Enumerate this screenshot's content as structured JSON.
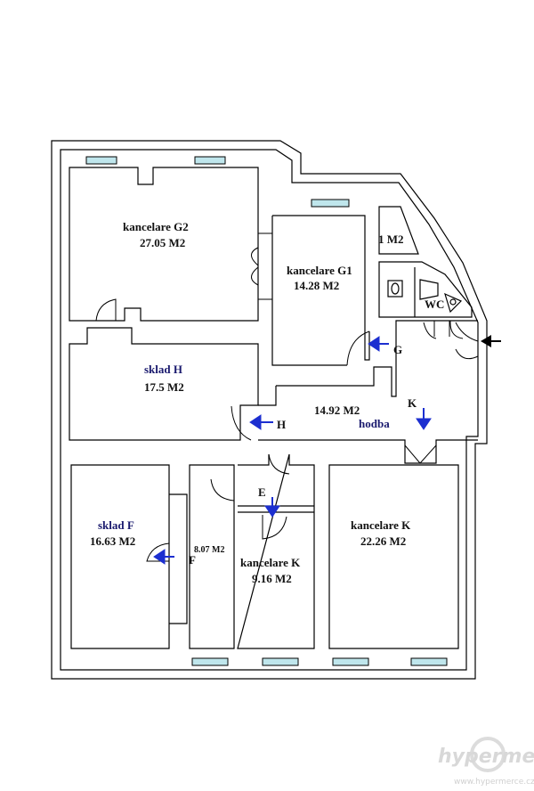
{
  "rooms": {
    "g2": {
      "name": "kancelare G2",
      "area": "27.05 M2"
    },
    "g1": {
      "name": "kancelare G1",
      "area": "14.28 M2"
    },
    "small": {
      "area": "1 M2"
    },
    "wc": {
      "name": "WC"
    },
    "h": {
      "name": "sklad H",
      "area": "17.5 M2"
    },
    "hall": {
      "area": "14.92 M2",
      "name": "hodba"
    },
    "f": {
      "name": "sklad F",
      "area": "16.63 M2"
    },
    "corridor": {
      "area": "8.07 M2"
    },
    "kmid": {
      "name": "kancelare K",
      "area": "9.16 M2"
    },
    "kbig": {
      "name": "kancelare K",
      "area": "22.26 M2"
    }
  },
  "markers": {
    "g": "G",
    "h": "H",
    "k": "K",
    "e": "E",
    "f": "F"
  },
  "watermark": {
    "logo": "hypermerce",
    "url": "www.hypermerce.cz"
  },
  "colors": {
    "arrow": "#1c2fd0",
    "window": "#bfe6ec",
    "wall": "#000000"
  }
}
